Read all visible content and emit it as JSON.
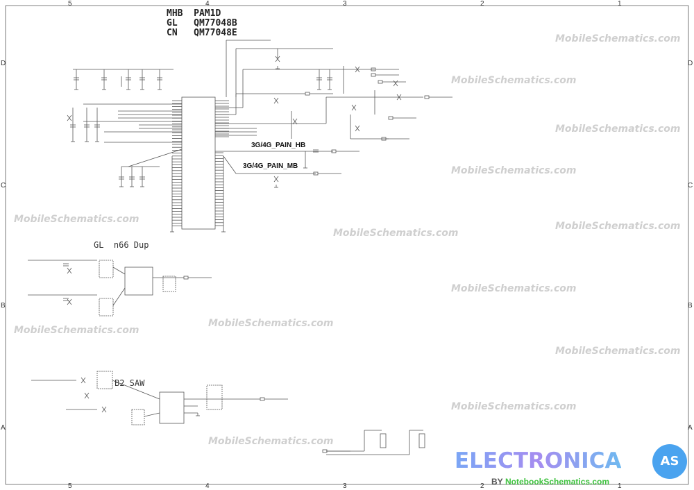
{
  "header": {
    "lines": [
      "MHB  PAM1D",
      "GL   QM77048B",
      "CN   QM77048E"
    ]
  },
  "grid": {
    "columns": [
      "5",
      "4",
      "3",
      "2",
      "1"
    ],
    "rows": [
      "D",
      "C",
      "B",
      "A"
    ]
  },
  "net_labels": {
    "hb": "3G/4G_PAIN_HB",
    "mb": "3G/4G_PAIN_MB"
  },
  "sections": {
    "n66": "GL  n66 Dup",
    "b2": "B2 SAW"
  },
  "watermark": "MobileSchematics.com",
  "logo": {
    "text": "ELECTRONICA",
    "badge": "AS",
    "by": "BY",
    "site": "NotebookSchematics.com"
  },
  "colors": {
    "line": "#555555",
    "watermark": "#cfcfcf",
    "logo_blue": "#4aa3ef",
    "logo_green": "#3fc23f"
  }
}
